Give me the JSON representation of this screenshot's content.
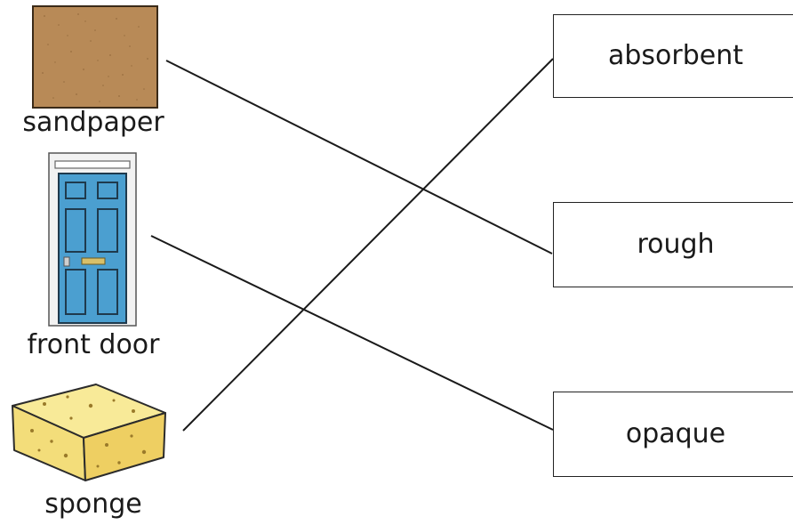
{
  "items": [
    {
      "label": "sandpaper",
      "image": "sandpaper-icon"
    },
    {
      "label": "front door",
      "image": "front-door-icon"
    },
    {
      "label": "sponge",
      "image": "sponge-icon"
    }
  ],
  "words": [
    {
      "label": "absorbent"
    },
    {
      "label": "rough"
    },
    {
      "label": "opaque"
    }
  ],
  "matches": [
    {
      "from": "sandpaper",
      "to": "rough"
    },
    {
      "from": "front door",
      "to": "opaque"
    },
    {
      "from": "sponge",
      "to": "absorbent"
    }
  ],
  "colors": {
    "sandpaper": "#b88a57",
    "door": "#4b9fd0",
    "door_frame": "#e8e8e8",
    "sponge": "#f6e38a",
    "line": "#1a1a1a"
  }
}
